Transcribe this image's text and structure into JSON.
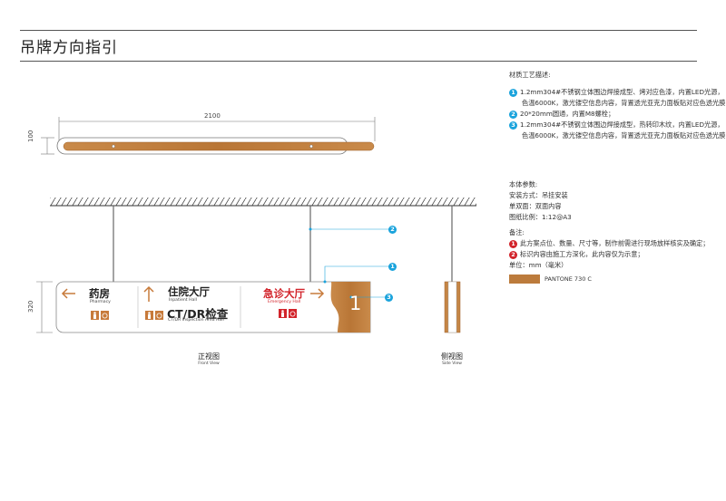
{
  "page": {
    "title": "吊牌方向指引"
  },
  "top_view": {
    "width_label": "2100",
    "height_label": "100"
  },
  "front_view": {
    "height_label": "320",
    "caption_cn": "正视图",
    "caption_en": "Front View",
    "panels": [
      {
        "cn": "药房",
        "en": "Pharmacy",
        "arrow": "left"
      },
      {
        "cn": "住院大厅",
        "en": "Inpatient Hall",
        "arrow": "up"
      },
      {
        "cn": "CT/DR检查",
        "en": "CT/DR Inspection Area Hall"
      },
      {
        "cn": "急诊大厅",
        "en": "Emergency Hall",
        "arrow": "right"
      }
    ],
    "wood_number": "1",
    "callouts": [
      "1",
      "2",
      "3"
    ]
  },
  "side_view": {
    "caption_cn": "侧视图",
    "caption_en": "Side View"
  },
  "specs": {
    "material_title": "材质工艺描述:",
    "material_items": [
      {
        "num": "1",
        "lines": [
          "1.2mm304#不锈钢立体围边焊接成型、烤对应色漆，内置LED光源，",
          "色温6000K，激光镂空信息内容，背置透光亚克力面板贴对应色透光膜；"
        ]
      },
      {
        "num": "2",
        "lines": [
          "20*20mm圆通，内置M8螺栓；"
        ]
      },
      {
        "num": "3",
        "lines": [
          "1.2mm304#不锈钢立体围边焊接成型，热转印木纹，内置LED光源，",
          "色温6000K，激光镂空信息内容，背置透光亚克力面板贴对应色透光膜；"
        ]
      }
    ],
    "body_title": "本体参数:",
    "body_items": [
      "安装方式：吊挂安装",
      "单双面：双面内容",
      "图纸比例：1:12@A3"
    ],
    "notes_title": "备注:",
    "notes_items": [
      {
        "num": "1",
        "text": "此方案点位、数量、尺寸等，制作前需进行现场放样核实及确定；"
      },
      {
        "num": "2",
        "text": "标识内容由施工方深化，此内容仅为示意；"
      }
    ],
    "unit": "单位：mm（毫米）",
    "pantone": "PANTONE 730 C"
  },
  "colors": {
    "wood": "#bc7b3c",
    "accent_red": "#d2232a",
    "callout_blue": "#1aa3dc",
    "arrow_orange": "#c77a3a"
  }
}
